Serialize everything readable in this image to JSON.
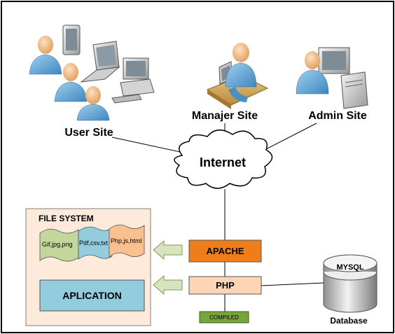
{
  "sites": {
    "user": "User Site",
    "manager": "Manajer Site",
    "admin": "Admin Site"
  },
  "internet": "Internet",
  "file_system": {
    "title": "FILE SYSTEM",
    "files": [
      "Gif,jpg,png",
      "Pdf,csv,txt",
      "Php,js,html"
    ],
    "application": "APLICATION"
  },
  "server": {
    "apache": "APACHE",
    "php": "PHP",
    "compiled": "COMPILED"
  },
  "database": {
    "name": "MYSQL",
    "label": "Database"
  },
  "colors": {
    "apache": "#ef7d1a",
    "php": "#fbd5b5",
    "compiled": "#77a53a",
    "application": "#93cddd",
    "file_system_bg": "#fdeada",
    "file_green": "#c3d69b",
    "file_blue": "#93cddd",
    "file_peach": "#fac090",
    "arrow_fill": "#d7e4bd"
  }
}
